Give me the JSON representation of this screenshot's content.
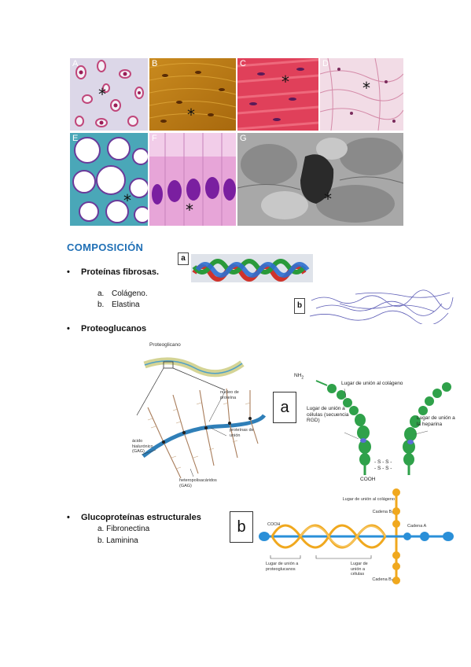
{
  "micrographs": {
    "panels": [
      {
        "label": "A",
        "marker": "*"
      },
      {
        "label": "B",
        "marker": "*"
      },
      {
        "label": "C",
        "marker": "*"
      },
      {
        "label": "D",
        "marker": "*"
      },
      {
        "label": "E",
        "marker": "*"
      },
      {
        "label": "F",
        "marker": "*"
      },
      {
        "label": "G",
        "marker": "*"
      }
    ]
  },
  "section": {
    "title": "COMPOSICIÓN",
    "fibrous": {
      "label": "Proteínas fibrosas.",
      "items": [
        {
          "letter": "a.",
          "text": "Colágeno."
        },
        {
          "letter": "b.",
          "text": "Elastina"
        }
      ],
      "figure_a_label": "a",
      "figure_b_label": "b"
    },
    "proteoglycans": {
      "label": "Proteoglucanos",
      "diagram": {
        "title": "Proteoglicano",
        "core_protein": "núcleo de proteína",
        "link_proteins": "proteínas de unión",
        "hyaluronic": "ácido hialurónico (GAG)",
        "heteropoly": "heteropolisacáridos (GAG)"
      },
      "fibronectin": {
        "box_label": "a",
        "nh2": "NH",
        "nh2_sub": "2",
        "collagen_site": "Lugar de unión al colágeno",
        "cell_site": "Lugar de unión a células (secuencia RGD)",
        "heparin_site": "Lugar de unión a la heparina",
        "ss1": "- S - S -",
        "ss2": "- S - S -",
        "cooh": "COOH"
      }
    },
    "glycoproteins": {
      "label": "Glucoproteínas estructurales",
      "items": [
        {
          "text": "a. Fibronectina"
        },
        {
          "text": "b. Laminina"
        }
      ],
      "laminin": {
        "box_label": "b",
        "collagen_site": "Lugar de unión al colágeno",
        "chain_b1": "Cadena B₁",
        "chain_a": "Cadena A",
        "cooh": "COOH",
        "proteoglycan_site": "Lugar de unión a proteoglucanos",
        "cell_site": "Lugar de unión a células",
        "chain_b2": "Cadena B₂"
      }
    }
  }
}
